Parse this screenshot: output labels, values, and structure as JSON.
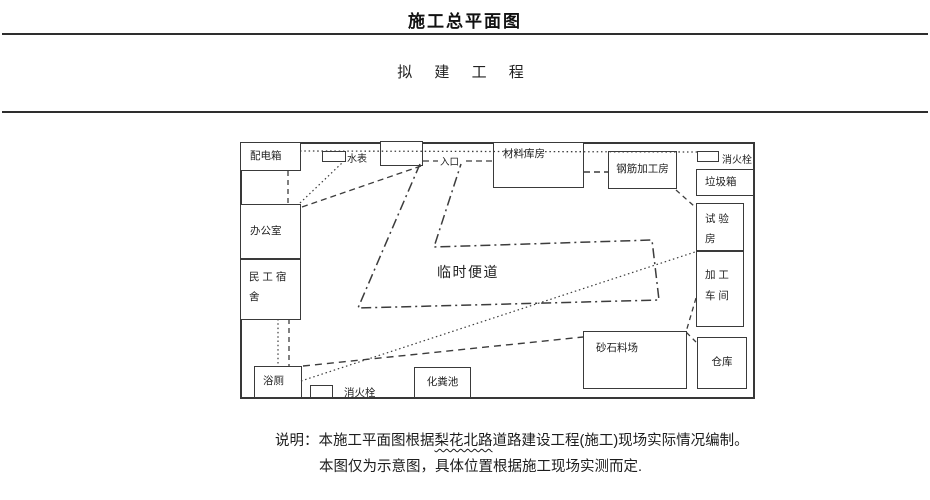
{
  "header": {
    "title": "施工总平面图",
    "subtitle": "拟 建 工 程"
  },
  "diagram": {
    "road_label": "临时便道",
    "entrance_label": "入口",
    "water_meter_label": "水表",
    "hydrant_top_label": "消火栓",
    "hydrant_bottom_label": "消火栓",
    "boxes": {
      "power": "配电箱",
      "office": "办公室",
      "dorm": "民 工 宿\n舍",
      "bath": "浴厕",
      "material": "材料库房",
      "rebar": "钢筋加工房",
      "trash": "垃圾箱",
      "test": "试 验\n房",
      "workshop": "加 工\n车 间",
      "sand": "砂石料场",
      "warehouse": "仓库",
      "septic": "化粪池"
    }
  },
  "note": {
    "label": "说明：",
    "line1_pre": "本施工平面图根据",
    "line1_proper": "梨花北路",
    "line1_post": "道路建设工程(施工)现场实际情况编制。",
    "line2": "本图仅为示意图，具体位置根据施工现场实测而定."
  }
}
